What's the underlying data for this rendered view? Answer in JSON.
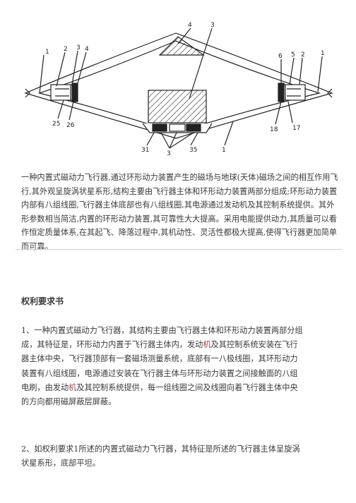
{
  "figure": {
    "labels": [
      "1",
      "2",
      "3",
      "4",
      "4",
      "3",
      "6",
      "5",
      "2",
      "1",
      "25",
      "26",
      "18",
      "17",
      "31",
      "3",
      "35",
      "1"
    ]
  },
  "abstract": "一种内置式磁动力飞行器,通过环形动力装置产生的磁场与地球(天体)磁场之间的相互作用飞行,其外观呈旋涡状星系形,结构主要由飞行器主体和环形动力装置两部分组成;环形动力装置内部有八组线圈,飞行器主体底部也有八组线圈,其电源通过发动机及其控制系统提供。其外形参数相当简洁,内置的环形动力装置,其可靠性大大提高。采用电能提供动力,其质量可以看作恒定质量体系,在其起飞、降落过程中,其机动性、灵活性都极大提高,使得飞行器更加简单而可靠。",
  "section_heading": "权利要求书",
  "claims": [
    {
      "part1": "1、一种内置式磁动力飞行器，其结构主要由飞行器主体和环形动力装置两部分组成，其特征是，环形动力内置于飞行器主体内，发动",
      "hl1": "机",
      "part2": "及其控制系统安装在飞行器主体中央，飞行器顶部有一套磁场测量系统，底部有一八极线圈，其环形动力装置有八组线圈，电源通过安装在飞行器主体与环形动力装置之间接触面的八组电刷，由发动",
      "hl2": "机",
      "part3": "及其控制系统提供，每一组线圈之间及线圈向着飞行器主体中央的方向都用磁屏蔽层屏蔽。"
    },
    {
      "text": "2、如权利要求1所述的内置式磁动力飞行器，其特征是所述的飞行器主体呈旋涡状星系形，底部平坦。"
    }
  ]
}
